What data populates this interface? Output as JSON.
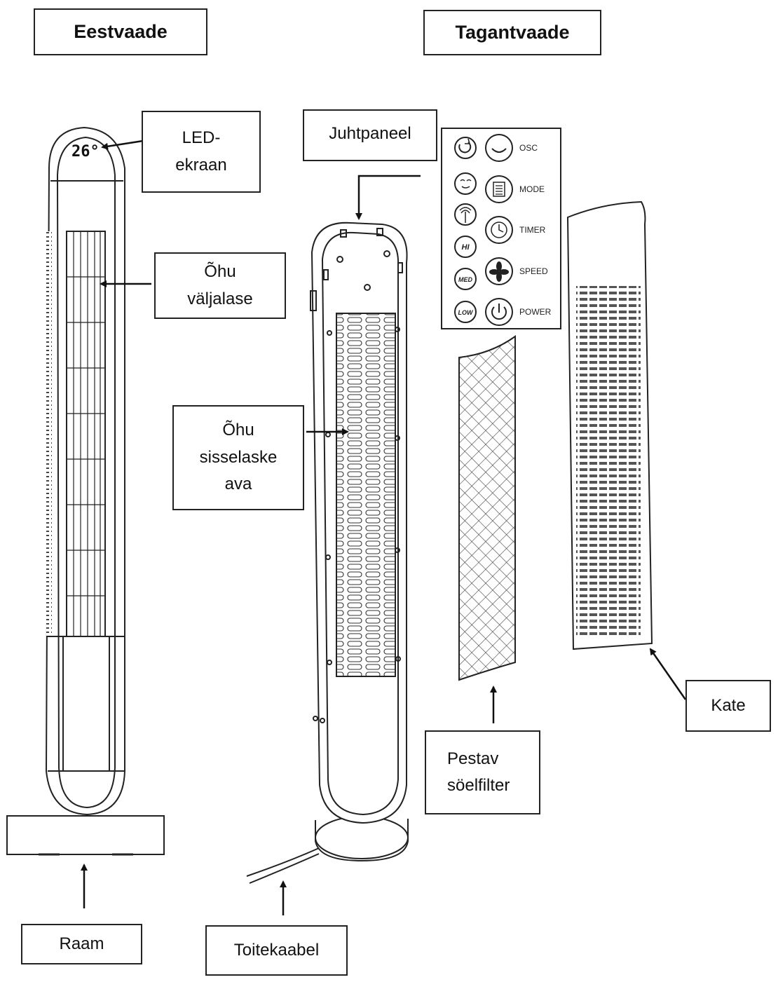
{
  "titles": {
    "front": "Eestvaade",
    "back": "Tagantvaade"
  },
  "labels": {
    "led_screen": "LED-\nekraan",
    "air_outlet": "Õhu\nväljalase",
    "control_panel": "Juhtpaneel",
    "air_inlet": "Õhu\nsisselaske\nava",
    "filter": "Pestav\nsöelfilter",
    "cover": "Kate",
    "frame": "Raam",
    "power_cable": "Toitekaabel"
  },
  "led_display": "26°",
  "control_panel": {
    "buttons": [
      {
        "icon": "oscillate-icon",
        "label": "OSC"
      },
      {
        "icon": "mode-icon",
        "label": "MODE"
      },
      {
        "icon": "timer-icon",
        "label": "TIMER"
      },
      {
        "icon": "fan-speed-icon",
        "label": "SPEED"
      },
      {
        "icon": "power-icon",
        "label": "POWER"
      }
    ],
    "indicators": [
      {
        "icon": "swing-indicator-icon",
        "text": ""
      },
      {
        "icon": "sleep-indicator-icon",
        "text": ""
      },
      {
        "icon": "natural-wind-indicator-icon",
        "text": ""
      },
      {
        "icon": "hi-indicator",
        "text": "HI"
      },
      {
        "icon": "med-indicator",
        "text": "MED"
      },
      {
        "icon": "low-indicator",
        "text": "LOW"
      }
    ]
  }
}
